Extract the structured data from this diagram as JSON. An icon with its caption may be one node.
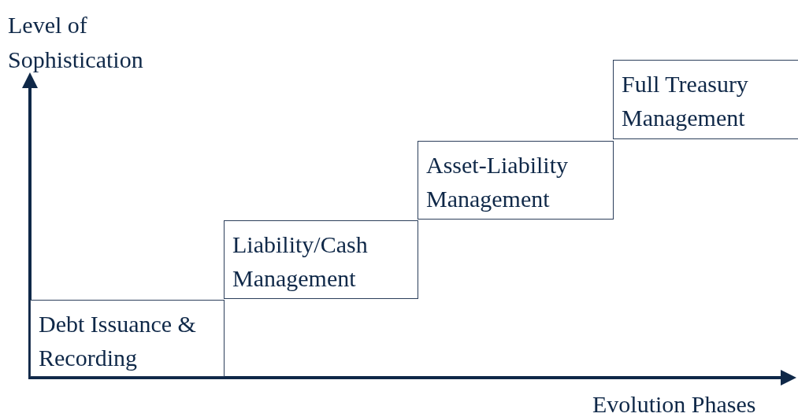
{
  "diagram": {
    "nodes": [
      {
        "text": [
          "Debt Issuance & Recording"
        ]
      },
      {
        "text": [
          "Liability/Cash Management"
        ]
      },
      {
        "text": [
          "Asset-Liability Management"
        ]
      },
      {
        "text": [
          "Full Treasury Management"
        ]
      }
    ],
    "labels": [
      "Level of Sophistication",
      "Evolution Phases"
    ]
  }
}
